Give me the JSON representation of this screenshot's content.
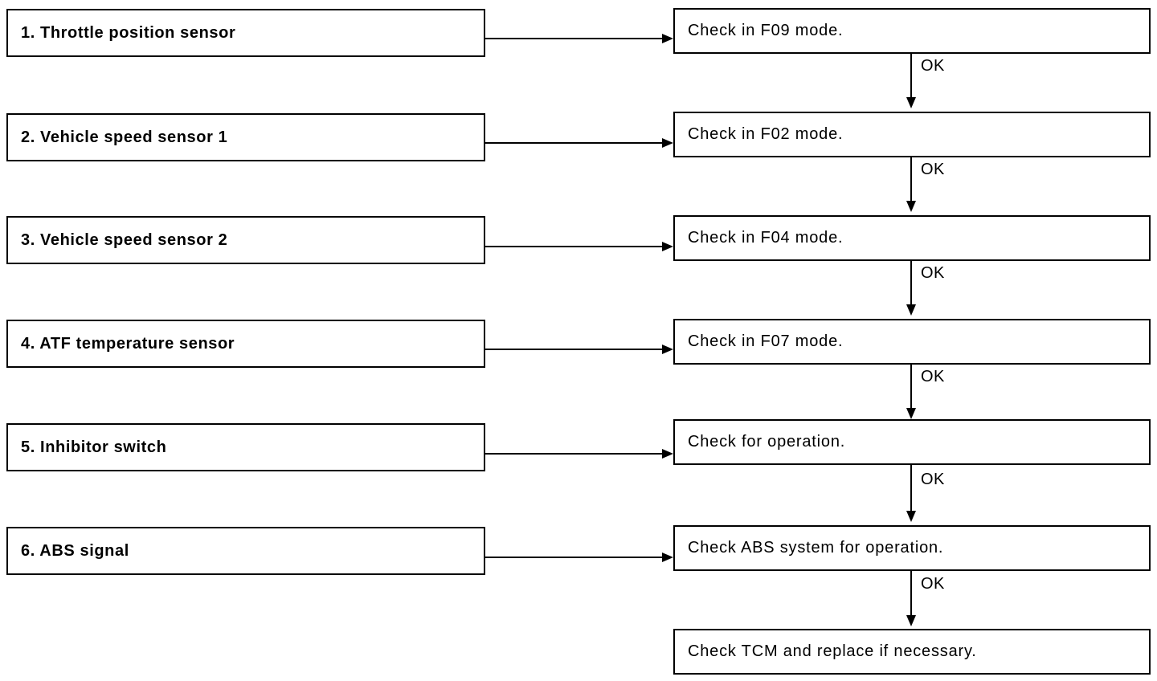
{
  "sensors": [
    {
      "label": "1. Throttle position sensor"
    },
    {
      "label": "2. Vehicle speed sensor 1"
    },
    {
      "label": "3. Vehicle speed sensor 2"
    },
    {
      "label": "4. ATF temperature sensor"
    },
    {
      "label": "5. Inhibitor switch"
    },
    {
      "label": "6. ABS signal"
    }
  ],
  "checks": [
    {
      "label": "Check in F09 mode."
    },
    {
      "label": "Check in F02 mode."
    },
    {
      "label": "Check in F04 mode."
    },
    {
      "label": "Check in F07 mode."
    },
    {
      "label": "Check for operation."
    },
    {
      "label": "Check ABS system for operation."
    },
    {
      "label": "Check TCM and replace if necessary."
    }
  ],
  "flow_labels": {
    "ok": "OK"
  },
  "colors": {
    "line": "#000000",
    "background": "#ffffff"
  }
}
